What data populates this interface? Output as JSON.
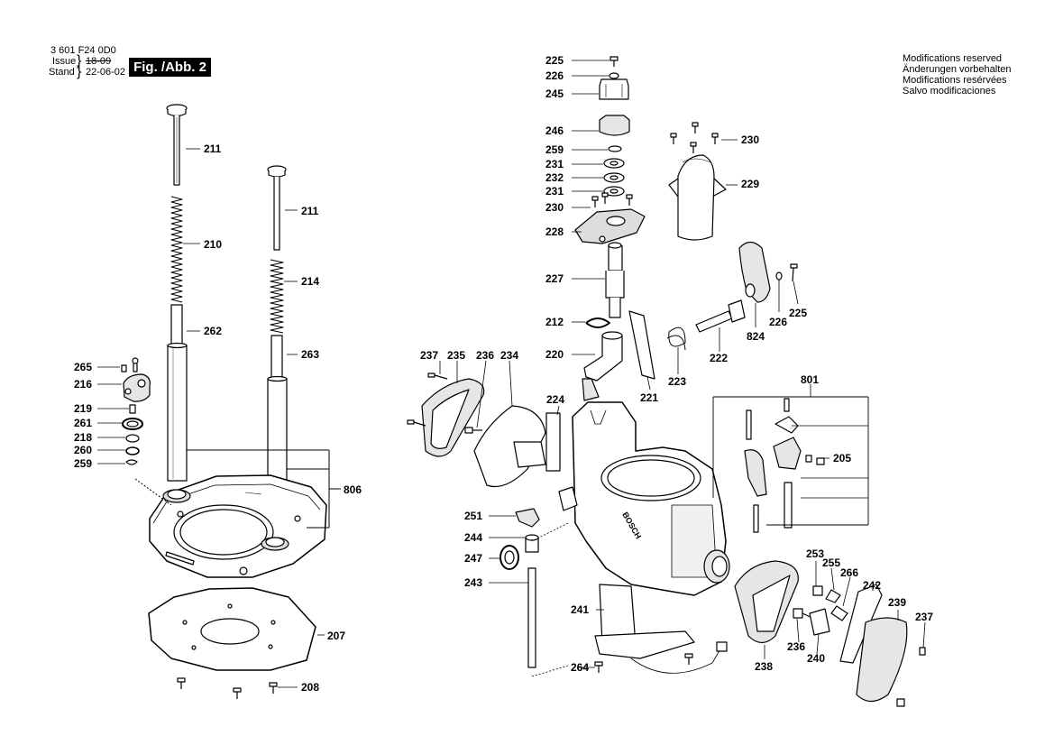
{
  "header": {
    "doc_number": "3 601 F24 0D0",
    "issue_label": "Issue",
    "stand_label": "Stand",
    "issue_value": "18-09",
    "stand_value": "22-06-02",
    "figure_badge": "Fig. /Abb. 2"
  },
  "notes": [
    "Modifications reserved",
    "Änderungen vorbehalten",
    "Modifications resérvées",
    "Salvo modificaciones"
  ],
  "callouts": [
    {
      "id": "c211a",
      "text": "211"
    },
    {
      "id": "c211b",
      "text": "211"
    },
    {
      "id": "c210",
      "text": "210"
    },
    {
      "id": "c214",
      "text": "214"
    },
    {
      "id": "c262",
      "text": "262"
    },
    {
      "id": "c263",
      "text": "263"
    },
    {
      "id": "c265",
      "text": "265"
    },
    {
      "id": "c216",
      "text": "216"
    },
    {
      "id": "c219",
      "text": "219"
    },
    {
      "id": "c261",
      "text": "261"
    },
    {
      "id": "c218",
      "text": "218"
    },
    {
      "id": "c260",
      "text": "260"
    },
    {
      "id": "c259a",
      "text": "259"
    },
    {
      "id": "c806",
      "text": "806"
    },
    {
      "id": "c207",
      "text": "207"
    },
    {
      "id": "c208",
      "text": "208"
    },
    {
      "id": "c225a",
      "text": "225"
    },
    {
      "id": "c226a",
      "text": "226"
    },
    {
      "id": "c245",
      "text": "245"
    },
    {
      "id": "c246",
      "text": "246"
    },
    {
      "id": "c259b",
      "text": "259"
    },
    {
      "id": "c231a",
      "text": "231"
    },
    {
      "id": "c232",
      "text": "232"
    },
    {
      "id": "c231b",
      "text": "231"
    },
    {
      "id": "c230a",
      "text": "230"
    },
    {
      "id": "c228",
      "text": "228"
    },
    {
      "id": "c227",
      "text": "227"
    },
    {
      "id": "c212",
      "text": "212"
    },
    {
      "id": "c220",
      "text": "220"
    },
    {
      "id": "c221",
      "text": "221"
    },
    {
      "id": "c223",
      "text": "223"
    },
    {
      "id": "c222",
      "text": "222"
    },
    {
      "id": "c230b",
      "text": "230"
    },
    {
      "id": "c229",
      "text": "229"
    },
    {
      "id": "c824",
      "text": "824"
    },
    {
      "id": "c226b",
      "text": "226"
    },
    {
      "id": "c225b",
      "text": "225"
    },
    {
      "id": "c237a",
      "text": "237"
    },
    {
      "id": "c235",
      "text": "235"
    },
    {
      "id": "c236a",
      "text": "236"
    },
    {
      "id": "c234",
      "text": "234"
    },
    {
      "id": "c224",
      "text": "224"
    },
    {
      "id": "c801",
      "text": "801"
    },
    {
      "id": "c205",
      "text": "205"
    },
    {
      "id": "c251",
      "text": "251"
    },
    {
      "id": "c244",
      "text": "244"
    },
    {
      "id": "c247",
      "text": "247"
    },
    {
      "id": "c243",
      "text": "243"
    },
    {
      "id": "c241",
      "text": "241"
    },
    {
      "id": "c264",
      "text": "264"
    },
    {
      "id": "c253",
      "text": "253"
    },
    {
      "id": "c255",
      "text": "255"
    },
    {
      "id": "c266",
      "text": "266"
    },
    {
      "id": "c242",
      "text": "242"
    },
    {
      "id": "c239",
      "text": "239"
    },
    {
      "id": "c237b",
      "text": "237"
    },
    {
      "id": "c236b",
      "text": "236"
    },
    {
      "id": "c240",
      "text": "240"
    },
    {
      "id": "c238",
      "text": "238"
    }
  ],
  "housing_logo": "BOSCH"
}
